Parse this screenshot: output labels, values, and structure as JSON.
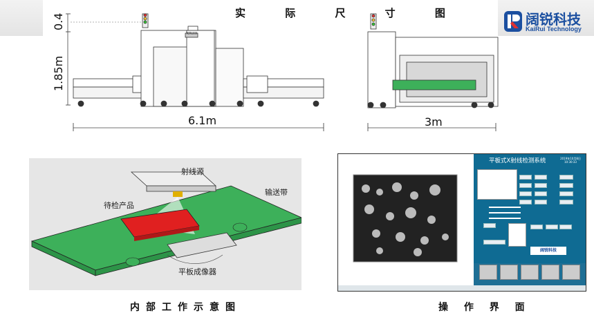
{
  "header": {
    "title": "实 际 尺 寸 图"
  },
  "logo": {
    "mark_letters": "KR",
    "name_cn": "阔锐科技",
    "name_en": "KaiRui Technology"
  },
  "dimension_drawing": {
    "height_top": "0.4m",
    "height_total": "1.85m",
    "length": "6.1m",
    "width": "3m",
    "machine_brand_label": "KRUIX"
  },
  "diagram": {
    "caption": "内部工作示意图",
    "labels": {
      "source": "射线源",
      "conveyor": "输送带",
      "product": "待检产品",
      "detector": "平板成像器"
    }
  },
  "software_ui": {
    "caption": "操 作 界 面",
    "window_title": "平板式X射线检测系统",
    "date_line": "2019年10月8日",
    "time_line": "10:30:33",
    "logo_cn": "阔锐科技"
  },
  "colors": {
    "brand_blue": "#1b4fa0",
    "conveyor_green": "#3db05a",
    "product_red": "#e02020",
    "ui_panel_blue": "#0f6b93"
  }
}
